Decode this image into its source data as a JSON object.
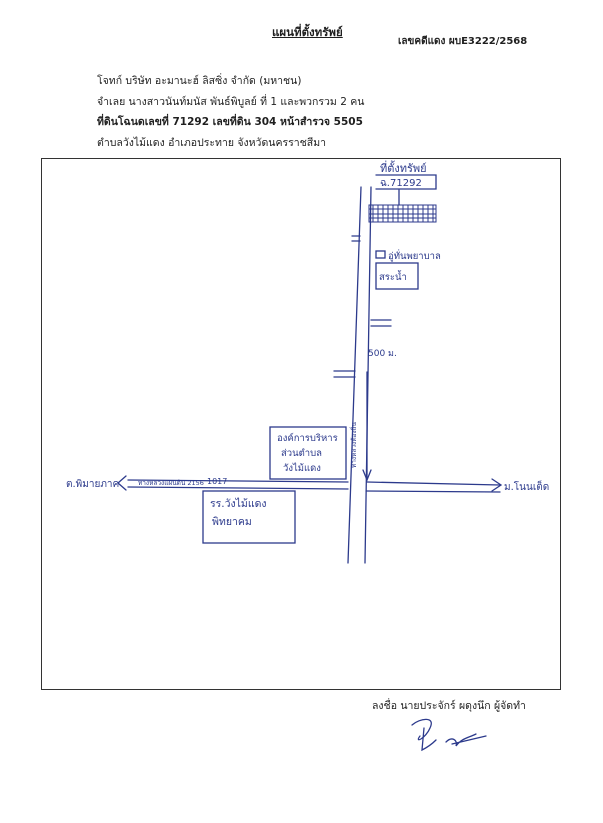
{
  "document": {
    "title": "แผนที่ตั้งทรัพย์",
    "case_number": "เลขคดีแดง ผบE3222/2568",
    "plaintiff": "โจทก์ บริษัท อะมานะฮ์ ลิสซิ่ง จำกัด (มหาชน)",
    "defendant": "จำเลย นางสาวนันท์มนัส พันธ์พิบูลย์ ที่ 1 และพวกรวม 2 คน",
    "land_deed": "ที่ดินโฉนดเลขที่ 71292 เลขที่ดิน 304  หน้าสำรวจ 5505",
    "location": "ตำบลวังไม้แดง  อำเภอประทาย จังหวัดนครราชสีมา"
  },
  "map": {
    "property_label": "ที่ตั้งทรัพย์",
    "deed_label": "ฉ.71292",
    "house_label": "อู่ทั่นพยาบาล",
    "pond_label": "สระน้ำ",
    "distance_label": "500 ม.",
    "side_road_label": "ทางหลวงท้องถิ่น",
    "highway_label": "ทางหลวงแผ่นดิน 2156",
    "highway_number": "1017",
    "office_line1": "องค์การบริหาร",
    "office_line2": "ส่วนตำบล",
    "office_line3": "วังไม้แดง",
    "school_line1": "รร.วังไม้แดง",
    "school_line2": "พิทยาคม",
    "left_destination": "ต.พิมายภาค",
    "right_destination": "ม.โนนเต็ด"
  },
  "signature": {
    "signer_text": "ลงชื่อ นายประจักร์ ผดุงนึก ผู้จัดทำ",
    "mark": "signature"
  },
  "colors": {
    "ink": "#2c3a8c",
    "text": "#1f1f1f"
  }
}
